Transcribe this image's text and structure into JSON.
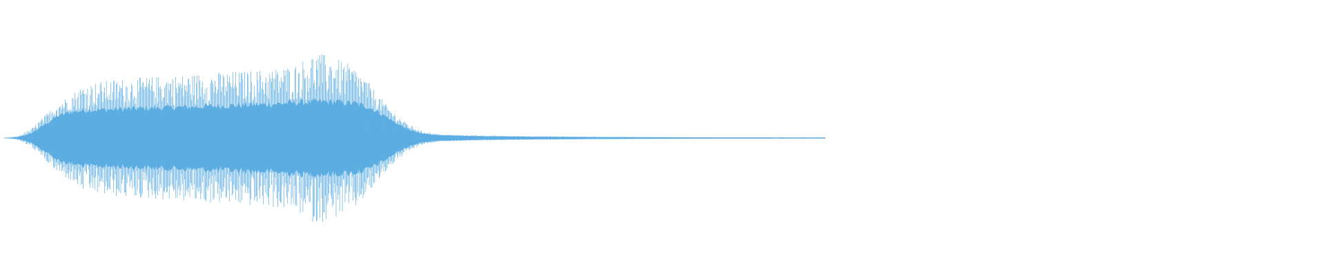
{
  "waveform": {
    "color": "#5dade2",
    "background": "#ffffff",
    "total_duration_fraction_drawn": 0.62,
    "envelope": [
      {
        "t": 0.0,
        "peak": 0.0,
        "core": 0.0
      },
      {
        "t": 0.01,
        "peak": 0.02,
        "core": 0.01
      },
      {
        "t": 0.02,
        "peak": 0.1,
        "core": 0.05
      },
      {
        "t": 0.03,
        "peak": 0.25,
        "core": 0.15
      },
      {
        "t": 0.04,
        "peak": 0.4,
        "core": 0.25
      },
      {
        "t": 0.05,
        "peak": 0.5,
        "core": 0.3
      },
      {
        "t": 0.06,
        "peak": 0.62,
        "core": 0.32
      },
      {
        "t": 0.08,
        "peak": 0.68,
        "core": 0.33
      },
      {
        "t": 0.1,
        "peak": 0.7,
        "core": 0.34
      },
      {
        "t": 0.12,
        "peak": 0.72,
        "core": 0.35
      },
      {
        "t": 0.14,
        "peak": 0.74,
        "core": 0.36
      },
      {
        "t": 0.16,
        "peak": 0.76,
        "core": 0.37
      },
      {
        "t": 0.18,
        "peak": 0.78,
        "core": 0.38
      },
      {
        "t": 0.2,
        "peak": 0.8,
        "core": 0.39
      },
      {
        "t": 0.22,
        "peak": 0.85,
        "core": 0.41
      },
      {
        "t": 0.235,
        "peak": 1.0,
        "core": 0.42
      },
      {
        "t": 0.25,
        "peak": 0.93,
        "core": 0.42
      },
      {
        "t": 0.265,
        "peak": 0.82,
        "core": 0.4
      },
      {
        "t": 0.275,
        "peak": 0.65,
        "core": 0.36
      },
      {
        "t": 0.285,
        "peak": 0.45,
        "core": 0.28
      },
      {
        "t": 0.295,
        "peak": 0.28,
        "core": 0.18
      },
      {
        "t": 0.305,
        "peak": 0.16,
        "core": 0.1
      },
      {
        "t": 0.315,
        "peak": 0.08,
        "core": 0.05
      },
      {
        "t": 0.33,
        "peak": 0.04,
        "core": 0.03
      },
      {
        "t": 0.36,
        "peak": 0.03,
        "core": 0.02
      },
      {
        "t": 0.4,
        "peak": 0.02,
        "core": 0.015
      },
      {
        "t": 0.45,
        "peak": 0.015,
        "core": 0.01
      },
      {
        "t": 0.5,
        "peak": 0.01,
        "core": 0.008
      },
      {
        "t": 0.55,
        "peak": 0.008,
        "core": 0.006
      },
      {
        "t": 0.62,
        "peak": 0.006,
        "core": 0.005
      }
    ]
  }
}
